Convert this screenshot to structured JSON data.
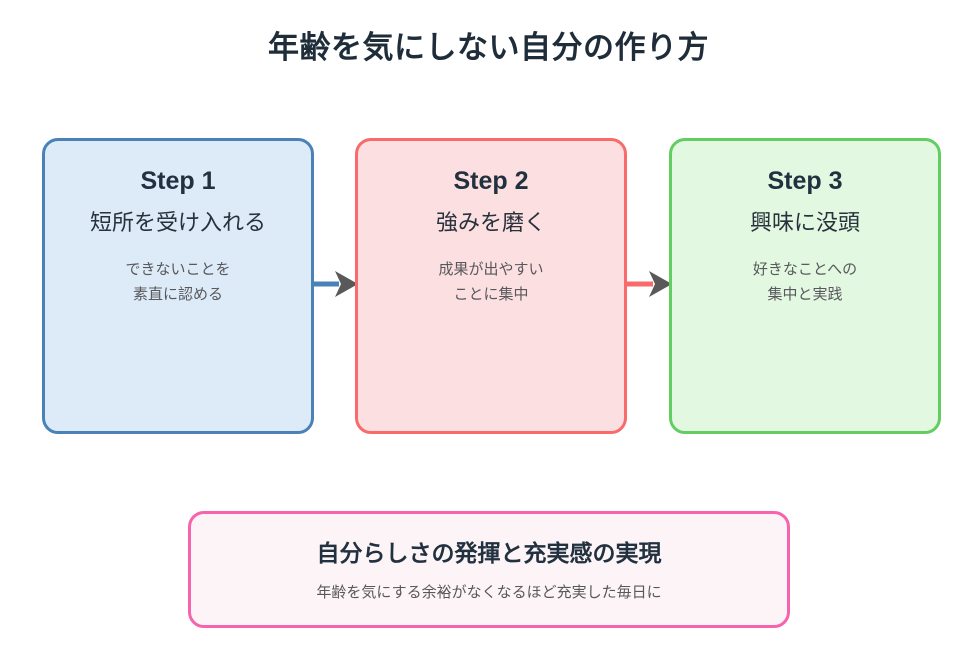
{
  "page": {
    "title": "年齢を気にしない自分の作り方",
    "background_color": "#ffffff"
  },
  "steps": [
    {
      "label": "Step 1",
      "headline": "短所を受け入れる",
      "desc_line1": "できないことを",
      "desc_line2": "素直に認める",
      "border_color": "#4a82b8",
      "fill_color": "#ddebf8"
    },
    {
      "label": "Step 2",
      "headline": "強みを磨く",
      "desc_line1": "成果が出やすい",
      "desc_line2": "ことに集中",
      "border_color": "#f96a6a",
      "fill_color": "#fcdfe0"
    },
    {
      "label": "Step 3",
      "headline": "興味に没頭",
      "desc_line1": "好きなことへの",
      "desc_line2": "集中と実践",
      "border_color": "#63cd63",
      "fill_color": "#e2f8e1"
    }
  ],
  "arrows": [
    {
      "name": "arrow-step1-to-step2",
      "line_color": "#4a82b8",
      "head_color": "#595959"
    },
    {
      "name": "arrow-step2-to-step3",
      "line_color": "#f96a6a",
      "head_color": "#595959"
    }
  ],
  "outcome": {
    "title": "自分らしさの発揮と充実感の実現",
    "desc": "年齢を気にする余裕がなくなるほど充実した毎日に",
    "border_color": "#f763ac",
    "fill_color": "#fdf4f7"
  }
}
